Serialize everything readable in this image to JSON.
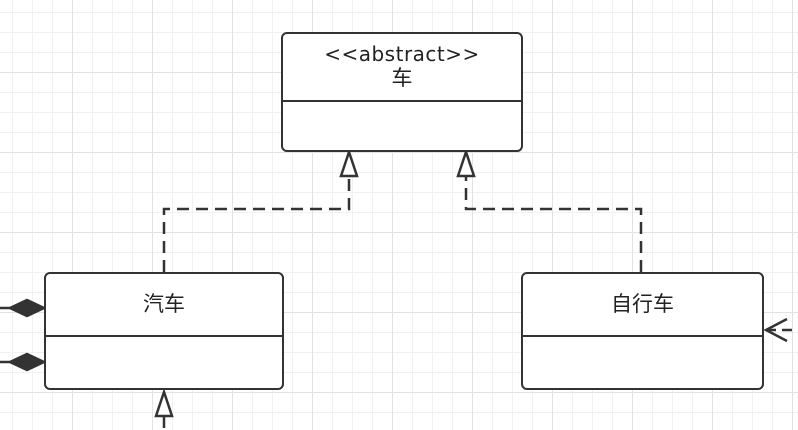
{
  "diagram": {
    "classes": {
      "vehicle": {
        "stereotype": "<<abstract>>",
        "name": "车"
      },
      "car": {
        "name": "汽车"
      },
      "bicycle": {
        "name": "自行车"
      }
    },
    "colors": {
      "line": "#333333",
      "grid_major": "#e2e2e2",
      "grid_minor": "#f1f1f1",
      "background": "#ffffff"
    }
  }
}
